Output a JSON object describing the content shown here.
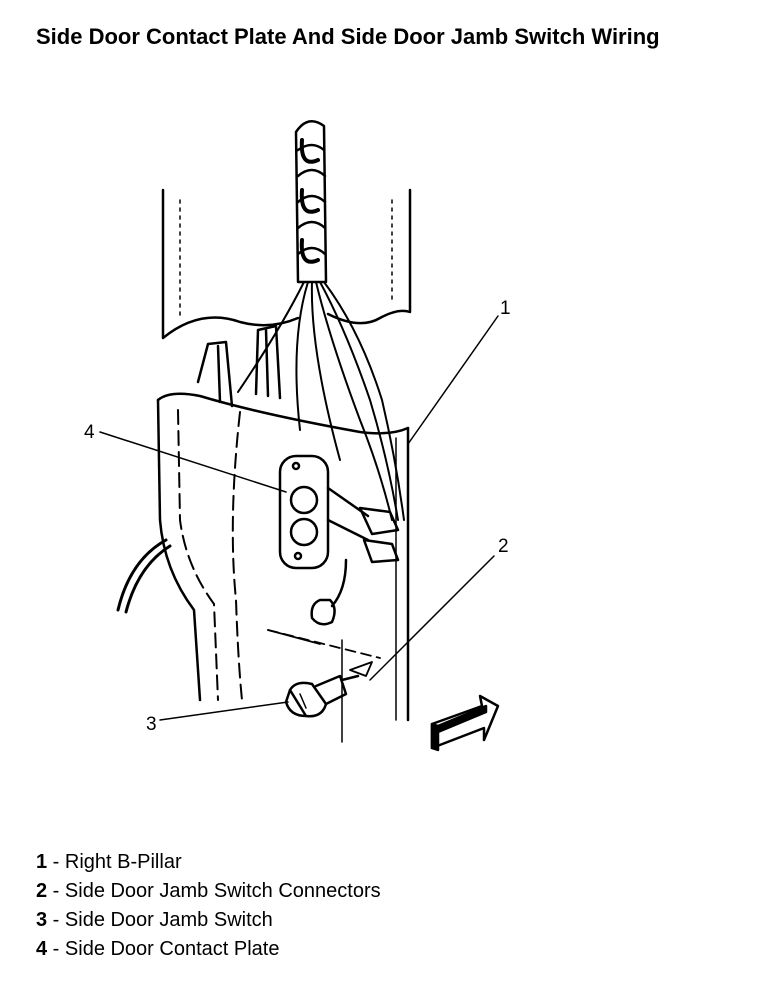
{
  "title": "Side Door Contact Plate And Side Door Jamb Switch Wiring",
  "callouts": {
    "c1": "1",
    "c2": "2",
    "c3": "3",
    "c4": "4"
  },
  "legend": [
    {
      "num": "1",
      "sep": " - ",
      "label": "Right B-Pillar"
    },
    {
      "num": "2",
      "sep": " - ",
      "label": "Side Door Jamb Switch Connectors"
    },
    {
      "num": "3",
      "sep": " - ",
      "label": "Side Door Jamb Switch"
    },
    {
      "num": "4",
      "sep": " - ",
      "label": "Side Door Contact Plate"
    }
  ]
}
